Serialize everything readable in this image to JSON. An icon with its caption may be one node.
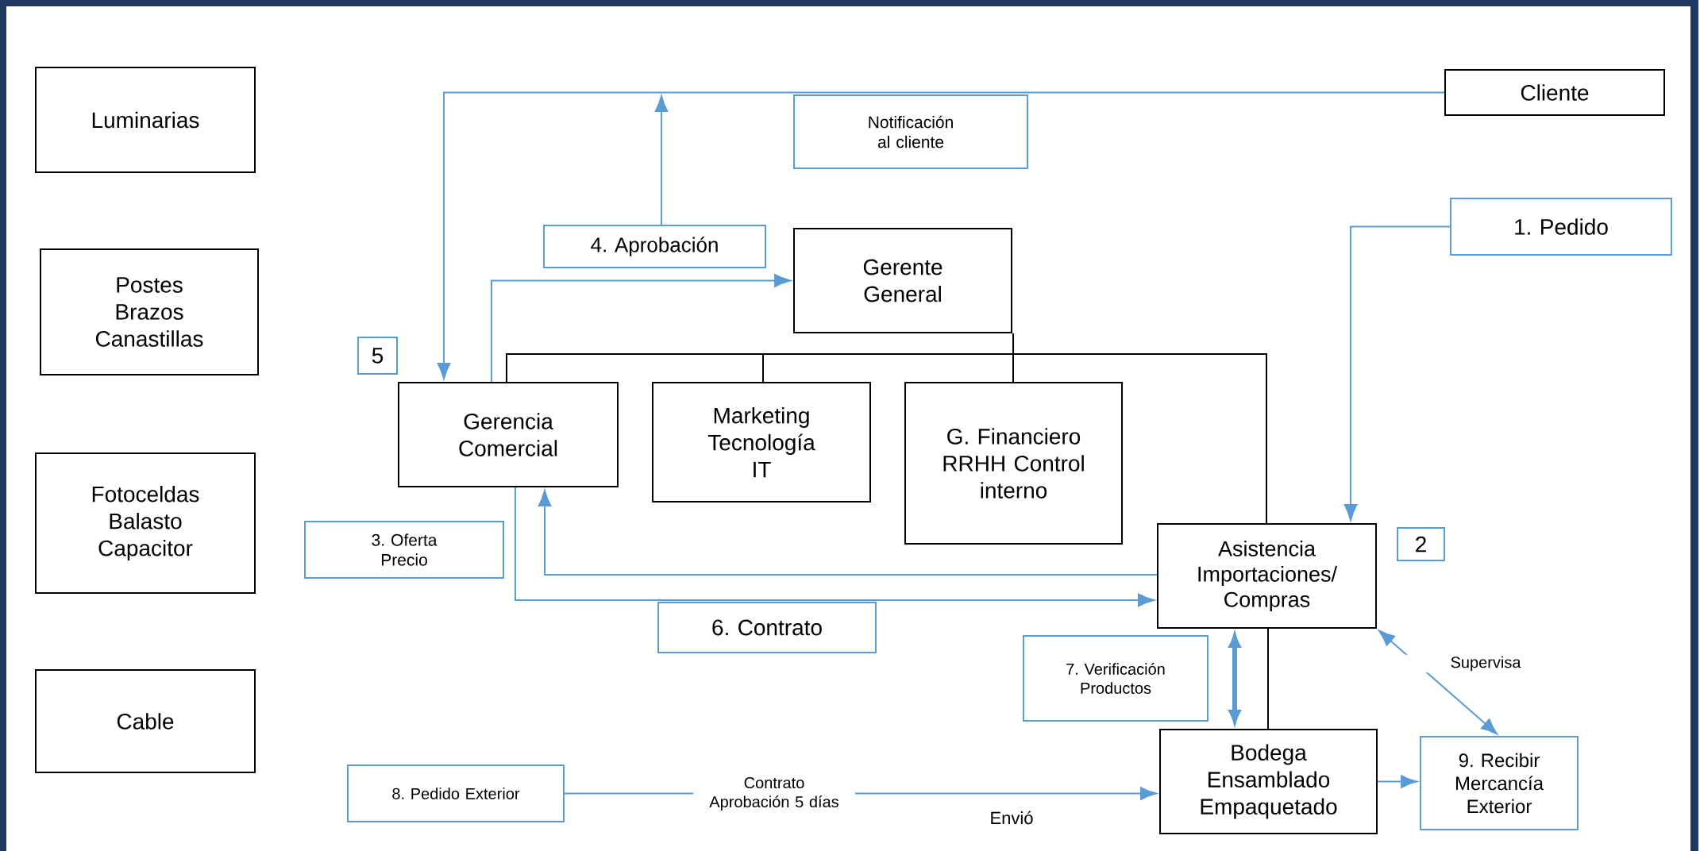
{
  "diagram": {
    "nodes": [
      {
        "text": [
          "Luminarias"
        ]
      },
      {
        "text": [
          "Cliente"
        ]
      },
      {
        "text": [
          "Notificación al cliente"
        ]
      },
      {
        "text": [
          "1. Pedido"
        ]
      },
      {
        "text": [
          "Postes Brazos Canastillas"
        ]
      },
      {
        "text": [
          "4. Aprobación"
        ]
      },
      {
        "text": [
          "Gerente General"
        ]
      },
      {
        "text": [
          "5"
        ]
      },
      {
        "text": [
          "Gerencia Comercial"
        ]
      },
      {
        "text": [
          "Marketing Tecnología IT"
        ]
      },
      {
        "text": [
          "G. Financiero RRHH Control interno"
        ]
      },
      {
        "text": [
          "Fotoceldas Balasto Capacitor"
        ]
      },
      {
        "text": [
          "3. Oferta Precio"
        ]
      },
      {
        "text": [
          "Asistencia Importaciones/ Compras"
        ]
      },
      {
        "text": [
          "2"
        ]
      },
      {
        "text": [
          "6. Contrato"
        ]
      },
      {
        "text": [
          "7. Verificación Productos"
        ]
      },
      {
        "text": [
          "Cable"
        ]
      },
      {
        "text": [
          "8. Pedido Exterior"
        ]
      },
      {
        "text": [
          "Bodega Ensamblado Empaquetado"
        ]
      },
      {
        "text": [
          "9. Recibir Mercancía Exterior"
        ]
      }
    ],
    "edges": [
      {
        "from": 1,
        "to": 8,
        "arrow": "to"
      },
      {
        "from": 5,
        "to": null,
        "arrow": "to"
      },
      {
        "from": 8,
        "to": 6,
        "arrow": "to"
      },
      {
        "from": 6,
        "to": 8,
        "arrow": "none",
        "color": "#000000"
      },
      {
        "from": 6,
        "to": 9,
        "arrow": "none",
        "color": "#000000"
      },
      {
        "from": 6,
        "to": 10,
        "arrow": "none",
        "color": "#000000"
      },
      {
        "from": 6,
        "to": 13,
        "arrow": "none",
        "color": "#000000"
      },
      {
        "from": 3,
        "to": 13,
        "arrow": "to"
      },
      {
        "from": 13,
        "to": 8,
        "arrow": "to"
      },
      {
        "from": 8,
        "to": 13,
        "arrow": "to"
      },
      {
        "from": 13,
        "to": 19,
        "arrow": "both",
        "style": "thick"
      },
      {
        "from": 13,
        "to": 19,
        "arrow": "none",
        "color": "#000000"
      },
      {
        "from": 13,
        "to": 20,
        "arrow": "both",
        "label": "Supervisa"
      },
      {
        "from": 19,
        "to": 20,
        "arrow": "to"
      },
      {
        "from": 18,
        "to": 19,
        "arrow": "to",
        "label": "Contrato Aprobación 5 días"
      }
    ],
    "labels": [
      "Envió"
    ]
  }
}
